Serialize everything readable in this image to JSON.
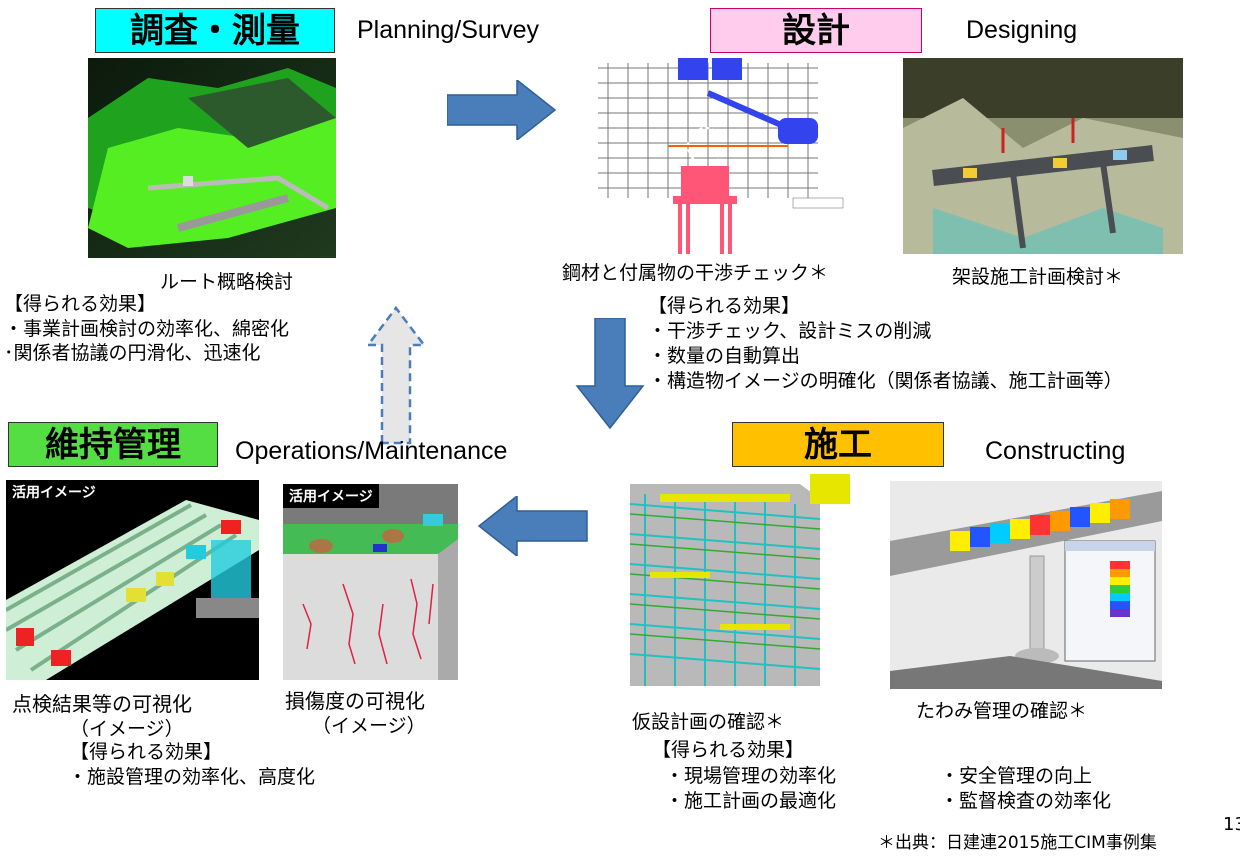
{
  "phases": {
    "survey": {
      "title": "調査・測量",
      "english": "Planning/Survey"
    },
    "design": {
      "title": "設計",
      "english": "Designing"
    },
    "maintenance": {
      "title": "維持管理",
      "english": "Operations/Maintenance"
    },
    "construction": {
      "title": "施工",
      "english": "Constructing"
    }
  },
  "captions": {
    "route": "ルート概略検討",
    "interference": "鋼材と付属物の干渉チェック＊",
    "erection": "架設施工計画検討＊",
    "inspection_line1": "点検結果等の可視化",
    "inspection_line2": "（イメージ）",
    "damage_line1": "損傷度の可視化",
    "damage_line2": "（イメージ）",
    "temporary": "仮設計画の確認＊",
    "deflection": "たわみ管理の確認＊",
    "usage_badge": "活用イメージ"
  },
  "effects": {
    "survey": {
      "heading": "【得られる効果】",
      "items": [
        "・事業計画検討の効率化、綿密化",
        "･関係者協議の円滑化、迅速化"
      ]
    },
    "design": {
      "heading": "【得られる効果】",
      "items": [
        "・干渉チェック、設計ミスの削減",
        "・数量の自動算出",
        "・構造物イメージの明確化（関係者協議、施工計画等）"
      ]
    },
    "maintenance": {
      "heading": "【得られる効果】",
      "items": [
        "・施設管理の効率化、高度化"
      ]
    },
    "construction": {
      "heading": "【得られる効果】",
      "items": [
        "・現場管理の効率化",
        "・施工計画の最適化",
        "・安全管理の向上",
        "・監督検査の効率化"
      ]
    }
  },
  "source_note": "＊出典：日建連2015施工CIM事例集",
  "page_number": "13",
  "colors": {
    "survey_box": "#00ffff",
    "design_box": "#ffccee",
    "maintenance_box": "#55dd44",
    "construction_box": "#ffc000",
    "arrow": "#4a7ebb"
  }
}
